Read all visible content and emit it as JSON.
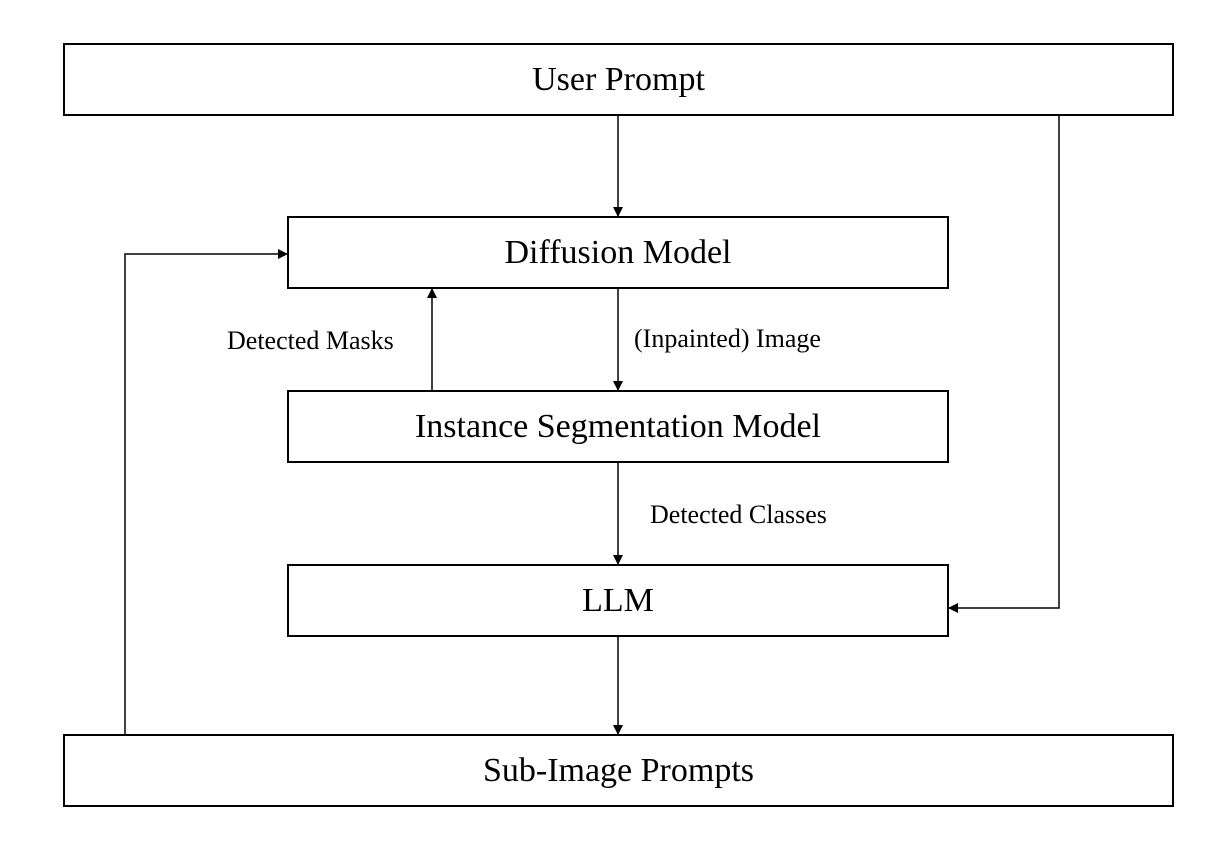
{
  "nodes": {
    "user_prompt": "User Prompt",
    "diffusion_model": "Diffusion Model",
    "instance_segmentation_model": "Instance Segmentation Model",
    "llm": "LLM",
    "sub_image_prompts": "Sub-Image Prompts"
  },
  "edges": [
    {
      "from": "User Prompt",
      "to": "Diffusion Model",
      "label": ""
    },
    {
      "from": "Diffusion Model",
      "to": "Instance Segmentation Model",
      "label": "(Inpainted) Image"
    },
    {
      "from": "Instance Segmentation Model",
      "to": "Diffusion Model",
      "label": "Detected Masks"
    },
    {
      "from": "Instance Segmentation Model",
      "to": "LLM",
      "label": "Detected Classes"
    },
    {
      "from": "User Prompt",
      "to": "LLM",
      "label": ""
    },
    {
      "from": "LLM",
      "to": "Sub-Image Prompts",
      "label": ""
    },
    {
      "from": "Sub-Image Prompts",
      "to": "Diffusion Model",
      "label": ""
    }
  ],
  "edge_labels": {
    "detected_masks": "Detected Masks",
    "inpainted_image": "(Inpainted) Image",
    "detected_classes": "Detected Classes"
  },
  "colors": {
    "stroke": "#000000",
    "background": "#ffffff"
  }
}
